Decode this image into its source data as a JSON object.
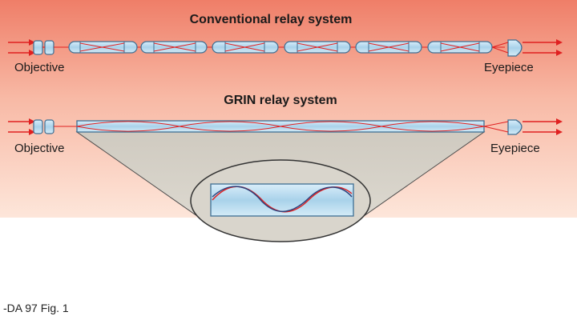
{
  "conventional": {
    "title": "Conventional relay system",
    "objective_label": "Objective",
    "eyepiece_label": "Eyepiece"
  },
  "grin": {
    "title": "GRIN relay system",
    "objective_label": "Objective",
    "eyepiece_label": "Eyepiece"
  },
  "caption": "-DA 97 Fig. 1",
  "colors": {
    "background_top": "#f0826a",
    "background_mid": "#fde4d6",
    "lower_panel": "#d6d2c8",
    "lens_fill": "#b9dcef",
    "lens_stroke": "#3f6f93",
    "ray": "#e02020"
  }
}
